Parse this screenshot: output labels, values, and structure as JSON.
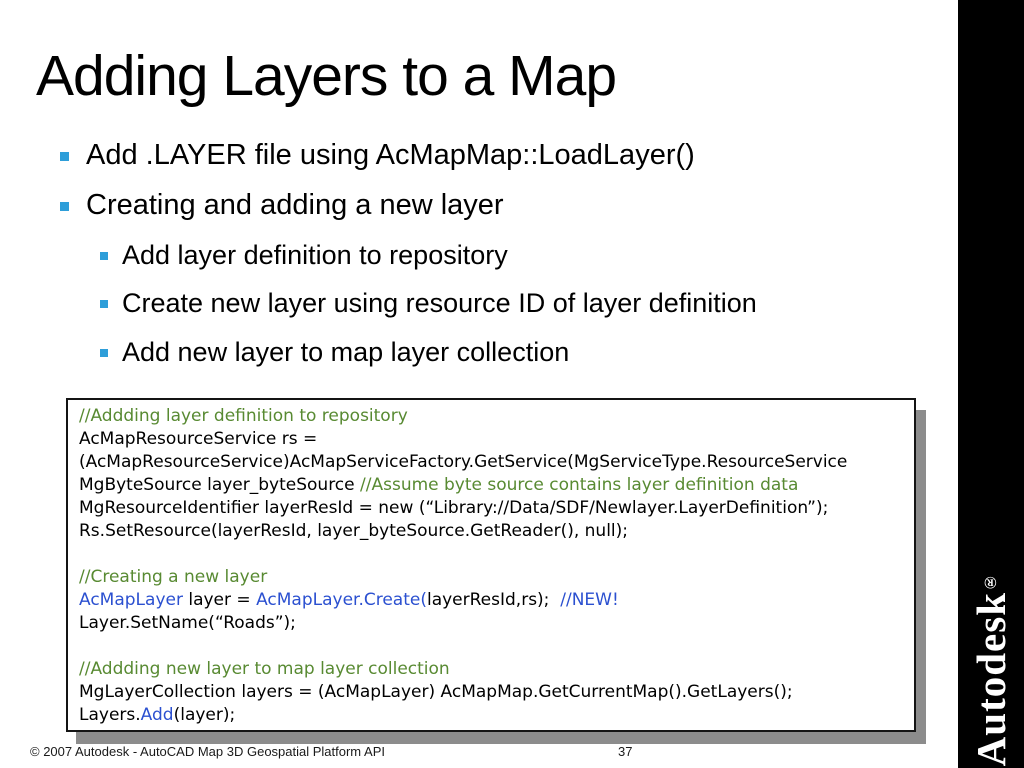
{
  "slide": {
    "title": "Adding Layers to a Map",
    "bullets": [
      {
        "level": 1,
        "text": "Add .LAYER file using AcMapMap::LoadLayer()"
      },
      {
        "level": 1,
        "text": "Creating and adding a new layer"
      },
      {
        "level": 2,
        "text": "Add layer definition to repository"
      },
      {
        "level": 2,
        "text": "Create new layer using resource ID of layer definition"
      },
      {
        "level": 2,
        "text": "Add new layer to map layer collection"
      }
    ]
  },
  "code": {
    "lines": [
      {
        "segments": [
          {
            "style": "comment",
            "text": "//Addding layer definition to repository"
          }
        ]
      },
      {
        "segments": [
          {
            "style": "plain",
            "text": "AcMapResourceService rs ="
          }
        ]
      },
      {
        "segments": [
          {
            "style": "plain",
            "text": "(AcMapResourceService)AcMapServiceFactory.GetService(MgServiceType.ResourceService"
          }
        ]
      },
      {
        "segments": [
          {
            "style": "plain",
            "text": "MgByteSource layer_byteSource "
          },
          {
            "style": "comment",
            "text": "//Assume byte source contains layer definition data"
          }
        ]
      },
      {
        "segments": [
          {
            "style": "plain",
            "text": "MgResourceIdentifier layerResId = new (“Library://Data/SDF/Newlayer.LayerDefinition”);"
          }
        ]
      },
      {
        "segments": [
          {
            "style": "plain",
            "text": "Rs.SetResource(layerResId, layer_byteSource.GetReader(), null);"
          }
        ]
      },
      {
        "segments": []
      },
      {
        "segments": [
          {
            "style": "comment",
            "text": "//Creating a new layer"
          }
        ]
      },
      {
        "segments": [
          {
            "style": "keyword",
            "text": "AcMapLayer"
          },
          {
            "style": "plain",
            "text": " layer = "
          },
          {
            "style": "keyword",
            "text": "AcMapLayer.Create("
          },
          {
            "style": "plain",
            "text": "layerResId,rs);  "
          },
          {
            "style": "keyword",
            "text": "//NEW!"
          }
        ]
      },
      {
        "segments": [
          {
            "style": "plain",
            "text": "Layer.SetName(“Roads”);"
          }
        ]
      },
      {
        "segments": []
      },
      {
        "segments": [
          {
            "style": "comment",
            "text": "//Addding new layer to map layer collection"
          }
        ]
      },
      {
        "segments": [
          {
            "style": "plain",
            "text": "MgLayerCollection layers = (AcMapLayer) AcMapMap.GetCurrentMap().GetLayers();"
          }
        ]
      },
      {
        "segments": [
          {
            "style": "plain",
            "text": "Layers."
          },
          {
            "style": "keyword",
            "text": "Add"
          },
          {
            "style": "plain",
            "text": "(layer);"
          }
        ]
      }
    ]
  },
  "footer": {
    "copyright": "© 2007 Autodesk - AutoCAD Map 3D Geospatial Platform API",
    "page_number": "37"
  },
  "sidebar": {
    "brand": "Autodesk",
    "registered": "®"
  },
  "colors": {
    "comment_green": "#588a32",
    "keyword_blue": "#2b50d0",
    "bullet_square_blue": "#2e9ed9",
    "sidebar_black": "#000000",
    "code_shadow_gray": "#8c8c8c"
  }
}
